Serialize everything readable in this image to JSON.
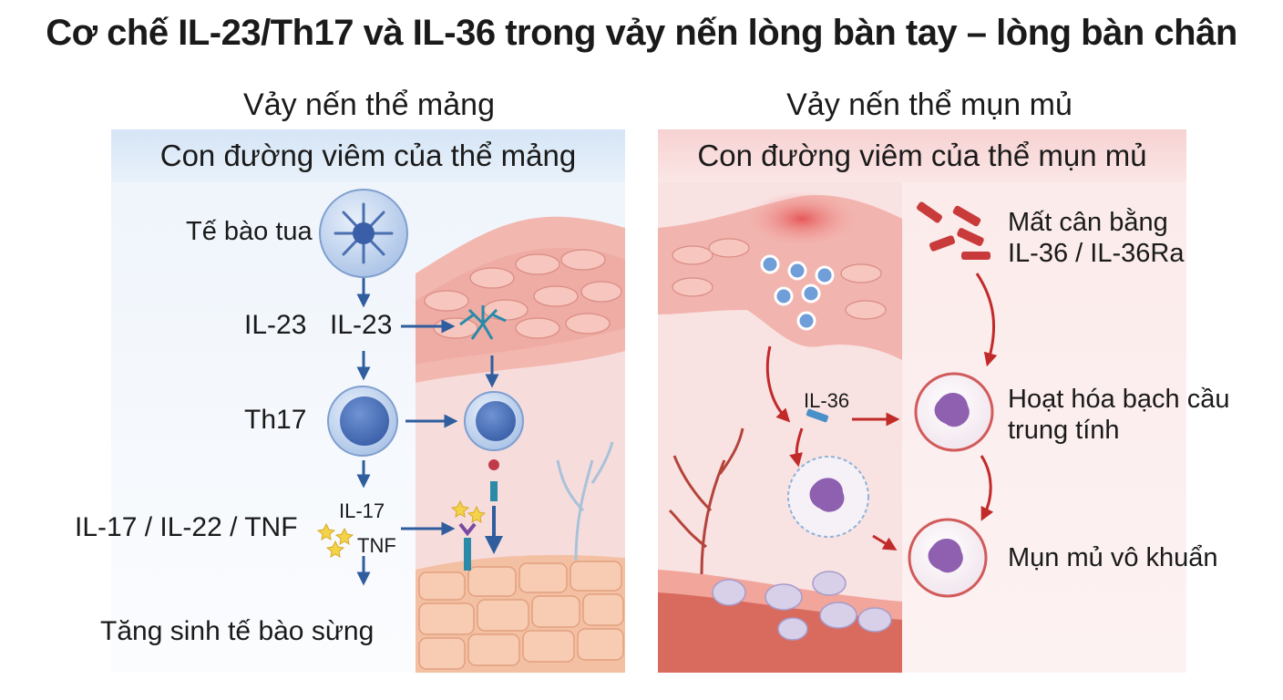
{
  "title": "Cơ chế IL-23/Th17 và IL-36 trong vảy nến lòng bàn tay – lòng bàn chân",
  "left": {
    "heading": "Vảy nến thể mảng",
    "panel_title": "Con đường viêm của thể mảng",
    "steps": {
      "dendritic": "Tế bào tua",
      "il23_a": "IL-23",
      "il23_b": "IL-23",
      "th17": "Th17",
      "cytokines": "IL-17 / IL-22 / TNF",
      "il17_small": "IL-17",
      "tnf_small": "TNF",
      "result": "Tăng sinh tế bào sừng"
    }
  },
  "right": {
    "heading": "Vảy nến thể mụn mủ",
    "panel_title": "Con đường viêm của thể mụn mủ",
    "imbalance_line1": "Mất cân bằng",
    "imbalance_line2": "IL-36 / IL-36Ra",
    "il36_small": "IL-36",
    "neutrophil_line1": "Hoạt hóa bạch cầu",
    "neutrophil_line2": "trung tính",
    "pustule": "Mụn mủ vô khuẩn"
  },
  "colors": {
    "left_header_bg": "#dbe8f5",
    "right_header_bg": "#f9dcdc",
    "blue_arrow": "#2f5d9e",
    "red_arrow": "#c22a2a"
  }
}
